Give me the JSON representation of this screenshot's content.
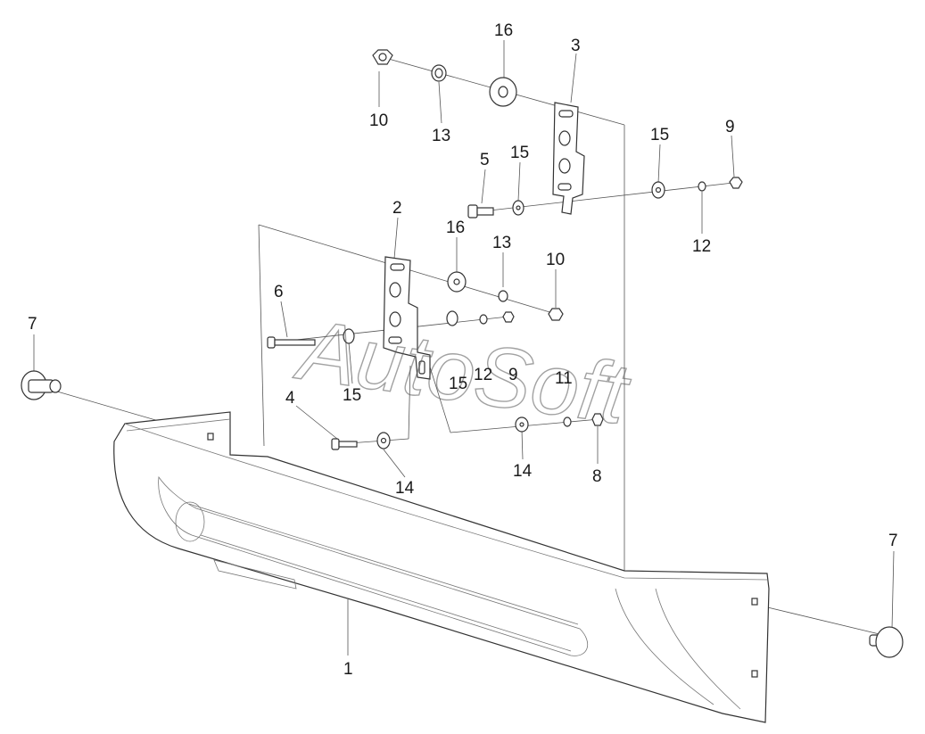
{
  "watermark": "AutoSoft",
  "callouts": [
    {
      "id": "c16a",
      "text": "16"
    },
    {
      "id": "c3",
      "text": "3"
    },
    {
      "id": "c10a",
      "text": "10"
    },
    {
      "id": "c13a",
      "text": "13"
    },
    {
      "id": "c15a",
      "text": "15"
    },
    {
      "id": "c9a",
      "text": "9"
    },
    {
      "id": "c5",
      "text": "5"
    },
    {
      "id": "c15b",
      "text": "15"
    },
    {
      "id": "c2",
      "text": "2"
    },
    {
      "id": "c16b",
      "text": "16"
    },
    {
      "id": "c13b",
      "text": "13"
    },
    {
      "id": "c12a",
      "text": "12"
    },
    {
      "id": "c10b",
      "text": "10"
    },
    {
      "id": "c6",
      "text": "6"
    },
    {
      "id": "c7a",
      "text": "7"
    },
    {
      "id": "c15c",
      "text": "15"
    },
    {
      "id": "c15d",
      "text": "15"
    },
    {
      "id": "c12b",
      "text": "12"
    },
    {
      "id": "c9b",
      "text": "9"
    },
    {
      "id": "c11",
      "text": "11"
    },
    {
      "id": "c4",
      "text": "4"
    },
    {
      "id": "c14a",
      "text": "14"
    },
    {
      "id": "c14b",
      "text": "14"
    },
    {
      "id": "c8",
      "text": "8"
    },
    {
      "id": "c7b",
      "text": "7"
    },
    {
      "id": "c1",
      "text": "1"
    }
  ]
}
